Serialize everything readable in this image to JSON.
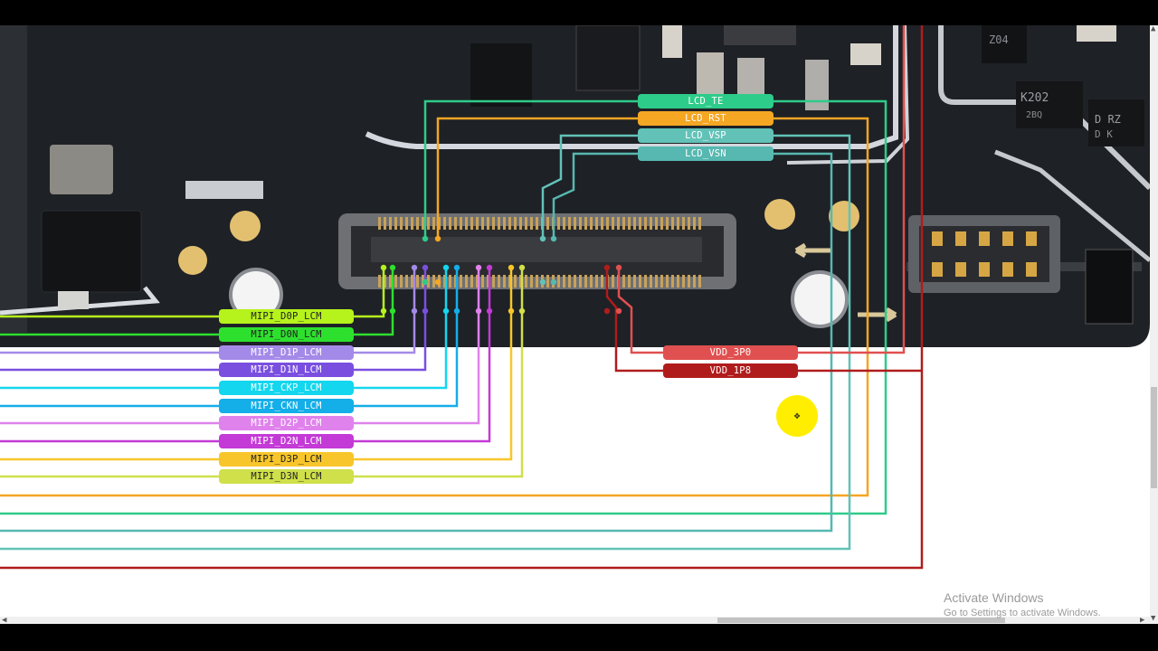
{
  "labels": {
    "lcd_te": "LCD_TE",
    "lcd_rst": "LCD_RST",
    "lcd_vsp": "LCD_VSP",
    "lcd_vsn": "LCD_VSN",
    "mipi_d0p": "MIPI_D0P_LCM",
    "mipi_d0n": "MIPI_D0N_LCM",
    "mipi_d1p": "MIPI_D1P_LCM",
    "mipi_d1n": "MIPI_D1N_LCM",
    "mipi_ckp": "MIPI_CKP_LCM",
    "mipi_ckn": "MIPI_CKN_LCM",
    "mipi_d2p": "MIPI_D2P_LCM",
    "mipi_d2n": "MIPI_D2N_LCM",
    "mipi_d3p": "MIPI_D3P_LCM",
    "mipi_d3n": "MIPI_D3N_LCM",
    "vdd_3p0": "VDD_3P0",
    "vdd_1p8": "VDD_1P8"
  },
  "chips": {
    "k202": "K202",
    "k202_sub": "2BQ",
    "z04": "Z04",
    "drz": "D RZ",
    "drz_sub": "D K"
  },
  "watermark": {
    "title": "Activate Windows",
    "subtitle": "Go to Settings to activate Windows."
  },
  "colors": {
    "lcd_te": "#2ecc8a",
    "lcd_rst": "#f5a623",
    "lcd_vsp": "#62c2b8",
    "lcd_vsn": "#56b8b0",
    "mipi_d0p": "#b6f21c",
    "mipi_d0n": "#2ee02e",
    "mipi_d1p": "#a48ae8",
    "mipi_d1n": "#7a4fe0",
    "mipi_ckp": "#14d6ee",
    "mipi_ckn": "#14aee8",
    "mipi_d2p": "#e082ec",
    "mipi_d2n": "#c43ad6",
    "mipi_d3p": "#f8c62a",
    "mipi_d3n": "#cfe04a",
    "vdd_3p0": "#e05050",
    "vdd_1p8": "#b01c1c",
    "board": "#1e2126"
  }
}
